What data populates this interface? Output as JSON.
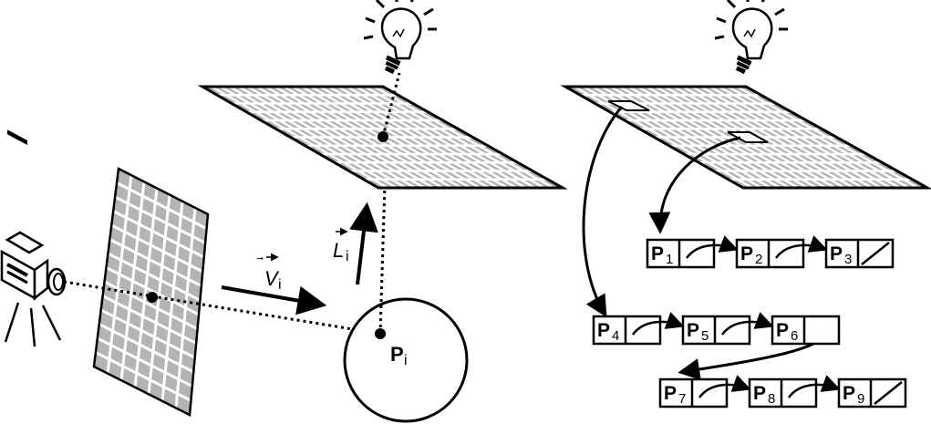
{
  "labels": {
    "view_vector": "V",
    "view_vector_sub": "i",
    "light_vector": "L",
    "light_vector_sub": "i",
    "surface_point": "P",
    "surface_point_sub": "i"
  },
  "photon_lists": [
    [
      {
        "main": "P",
        "sub": "1",
        "terminal": false
      },
      {
        "main": "P",
        "sub": "2",
        "terminal": false
      },
      {
        "main": "P",
        "sub": "3",
        "terminal": true
      }
    ],
    [
      {
        "main": "P",
        "sub": "4",
        "terminal": false
      },
      {
        "main": "P",
        "sub": "5",
        "terminal": false
      },
      {
        "main": "P",
        "sub": "6",
        "terminal": false
      }
    ],
    [
      {
        "main": "P",
        "sub": "7",
        "terminal": false
      },
      {
        "main": "P",
        "sub": "8",
        "terminal": false
      },
      {
        "main": "P",
        "sub": "9",
        "terminal": true
      }
    ]
  ],
  "icons": {
    "camera": "camera-icon",
    "light": "light-bulb-icon"
  },
  "colors": {
    "stroke": "#000000",
    "grid_fill": "#b4b4b4",
    "background": "#ffffff"
  }
}
